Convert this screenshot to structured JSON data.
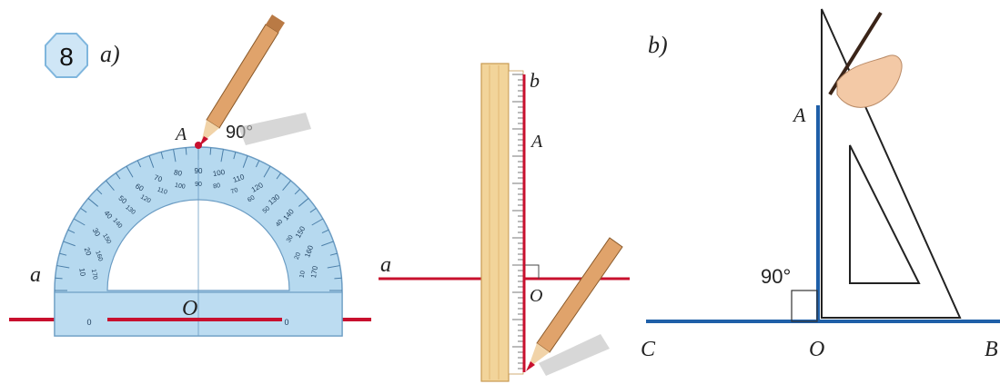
{
  "exercise": {
    "number": "8"
  },
  "part_a": {
    "label": "a)",
    "protractor": {
      "line_label": "a",
      "center_label": "O",
      "point_label": "A",
      "angle_label": "90°",
      "outer_scale": [
        "10",
        "20",
        "30",
        "40",
        "50",
        "60",
        "70",
        "80",
        "90",
        "100",
        "110",
        "120",
        "130",
        "140",
        "150",
        "160",
        "170"
      ],
      "inner_scale": [
        "170",
        "160",
        "150",
        "140",
        "130",
        "120",
        "110",
        "100",
        "90",
        "80",
        "70",
        "60",
        "50",
        "40",
        "30",
        "20",
        "10"
      ],
      "end_left": "0",
      "end_right": "0"
    },
    "ruler": {
      "line_b_label": "b",
      "point_label": "A",
      "line_a_label": "a",
      "center_label": "O"
    }
  },
  "part_b": {
    "label": "b)",
    "point_a": "A",
    "angle_label": "90°",
    "point_c": "C",
    "point_o": "O",
    "point_b": "B"
  },
  "colors": {
    "red_line": "#c8102e",
    "blue_line": "#1f5fa8",
    "protractor_fill": "#a9d2ec",
    "ruler_fill": "#f2d49a"
  }
}
